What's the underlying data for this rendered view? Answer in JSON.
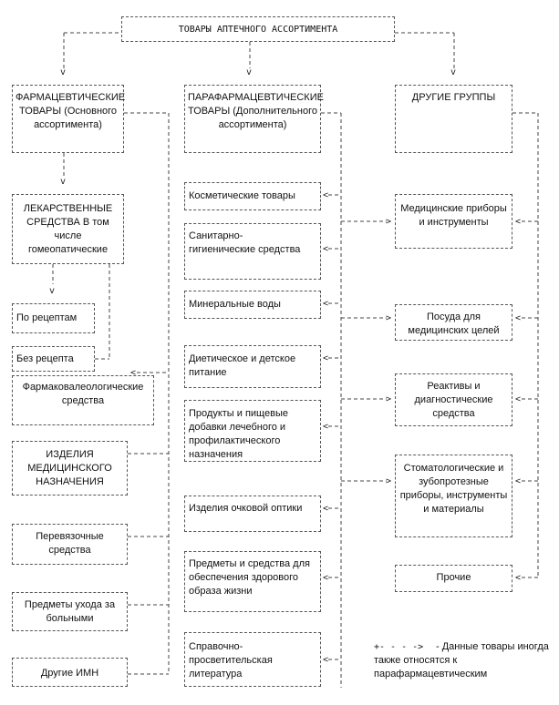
{
  "title": "ТОВАРЫ АПТЕЧНОГО АССОРТИМЕНТА",
  "columns": {
    "pharma": {
      "label": "ФАРМАЦЕВТИЧЕСКИЕ ТОВАРЫ (Основного ассортимента)"
    },
    "parapharma": {
      "label": "ПАРАФАРМАЦЕВТИЧЕСКИЕ ТОВАРЫ (Дополнительного ассортимента)"
    },
    "other": {
      "label": "ДРУГИЕ ГРУППЫ"
    }
  },
  "pharma_items": {
    "drugs": "ЛЕКАРСТВЕННЫЕ СРЕДСТВА В том числе гомеопатические",
    "rx": "По рецептам",
    "otc": "Без рецепта",
    "pharmacovalue": "Фармаковалеологические средства",
    "medical_products": "ИЗДЕЛИЯ МЕДИЦИНСКОГО НАЗНАЧЕНИЯ",
    "dressings": "Перевязочные средства",
    "care_items": "Предметы ухода за больными",
    "other_imn": "Другие ИМН"
  },
  "parapharma_items": [
    "Косметические товары",
    "Санитарно-гигиенические средства",
    "Минеральные воды",
    "Диетическое и детское питание",
    "Продукты и пищевые добавки лечебного и профилактического назначения",
    "Изделия очковой оптики",
    "Предметы и средства для обеспечения здорового образа жизни",
    "Справочно-просветительская литература"
  ],
  "other_items": [
    "Медицинские приборы и инструменты",
    "Посуда для медицинских целей",
    "Реактивы и диагностические средства",
    "Стоматологические и зубопротезные приборы, инструменты и материалы",
    "Прочие"
  ],
  "legend": {
    "symbol": "+- - - ->",
    "text": "- Данные товары иногда также относятся к парафармацевтическим"
  }
}
